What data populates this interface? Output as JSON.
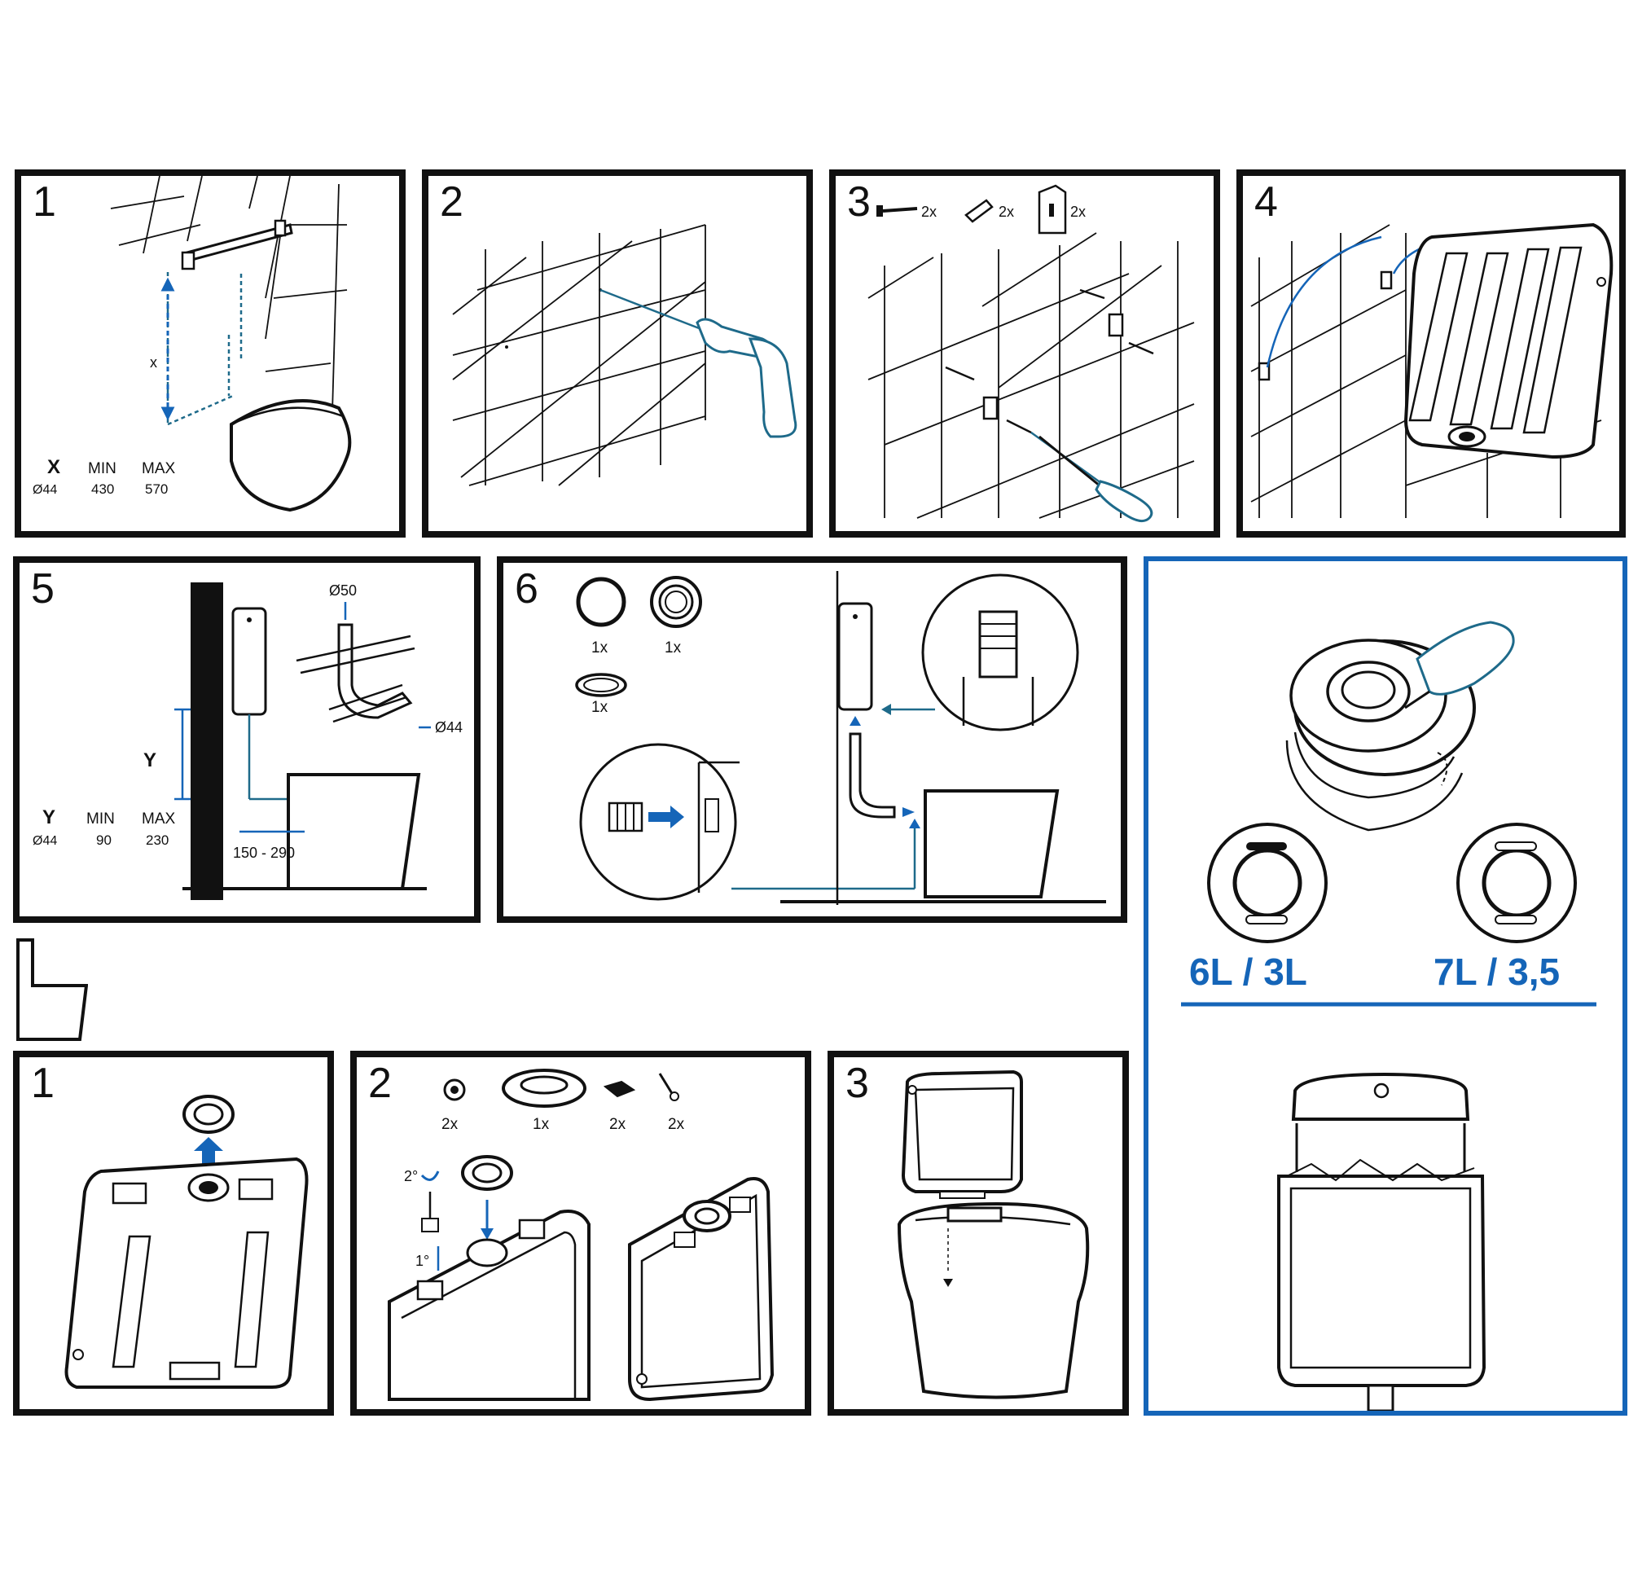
{
  "top_steps": [
    {
      "number": "1",
      "table": {
        "var": "X",
        "var_sub": "Ø44",
        "min_label": "MIN",
        "min_value": "430",
        "max_label": "MAX",
        "max_value": "570"
      },
      "dim_label": "x"
    },
    {
      "number": "2"
    },
    {
      "number": "3",
      "parts": [
        {
          "qty": "2x",
          "icon": "screw-icon"
        },
        {
          "qty": "2x",
          "icon": "wall-plug-icon"
        },
        {
          "qty": "2x",
          "icon": "bracket-icon"
        }
      ]
    },
    {
      "number": "4"
    }
  ],
  "middle_steps": [
    {
      "number": "5",
      "table": {
        "var": "Y",
        "var_sub": "Ø44",
        "min_label": "MIN",
        "min_value": "90",
        "max_label": "MAX",
        "max_value": "230"
      },
      "dim_label": "Y",
      "pipe_top": "Ø50",
      "pipe_outlet": "Ø44",
      "distance": "150 - 290"
    },
    {
      "number": "6",
      "parts": [
        {
          "qty": "1x",
          "icon": "o-ring-icon"
        },
        {
          "qty": "1x",
          "icon": "seal-icon"
        },
        {
          "qty": "1x",
          "icon": "washer-icon"
        }
      ]
    }
  ],
  "flush_options": {
    "option_a": "6L / 3L",
    "option_b": "7L / 3,5",
    "accent_color": "#1565b8"
  },
  "bottom_steps": [
    {
      "number": "1"
    },
    {
      "number": "2",
      "parts": [
        {
          "qty": "2x",
          "icon": "nut-icon"
        },
        {
          "qty": "1x",
          "icon": "gasket-icon"
        },
        {
          "qty": "2x",
          "icon": "clip-icon"
        },
        {
          "qty": "2x",
          "icon": "bolt-icon"
        }
      ],
      "step_a": "1°",
      "step_b": "2°"
    },
    {
      "number": "3"
    }
  ]
}
